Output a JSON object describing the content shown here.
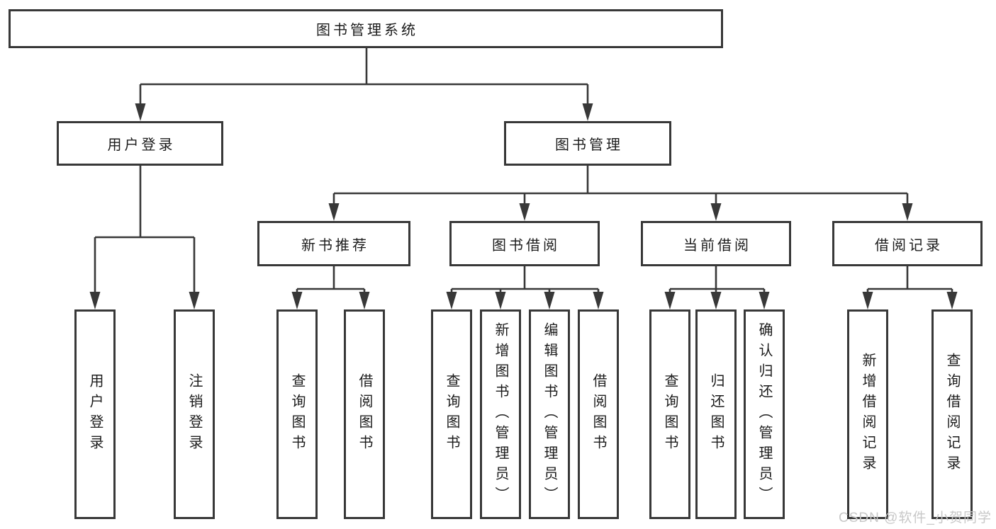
{
  "diagram": {
    "title": "图书管理系统",
    "branches": [
      {
        "label": "用户登录",
        "children": [
          {
            "label": "用户登录"
          },
          {
            "label": "注销登录"
          }
        ]
      },
      {
        "label": "图书管理",
        "sections": [
          {
            "label": "新书推荐",
            "children": [
              {
                "label": "查询图书"
              },
              {
                "label": "借阅图书"
              }
            ]
          },
          {
            "label": "图书借阅",
            "children": [
              {
                "label": "查询图书"
              },
              {
                "label": "新增图书（管理员）"
              },
              {
                "label": "编辑图书（管理员）"
              },
              {
                "label": "借阅图书"
              }
            ]
          },
          {
            "label": "当前借阅",
            "children": [
              {
                "label": "查询图书"
              },
              {
                "label": "归还图书"
              },
              {
                "label": "确认归还（管理员）"
              }
            ]
          },
          {
            "label": "借阅记录",
            "children": [
              {
                "label": "新增借阅记录"
              },
              {
                "label": "查询借阅记录"
              }
            ]
          }
        ]
      }
    ]
  },
  "watermark": {
    "text": "CSDN @软件_小贺同学"
  },
  "colors": {
    "line": "#383838",
    "box_border": "#383838",
    "text": "#1c1c1c",
    "watermark": "#c8c8c8",
    "background": "#ffffff"
  }
}
